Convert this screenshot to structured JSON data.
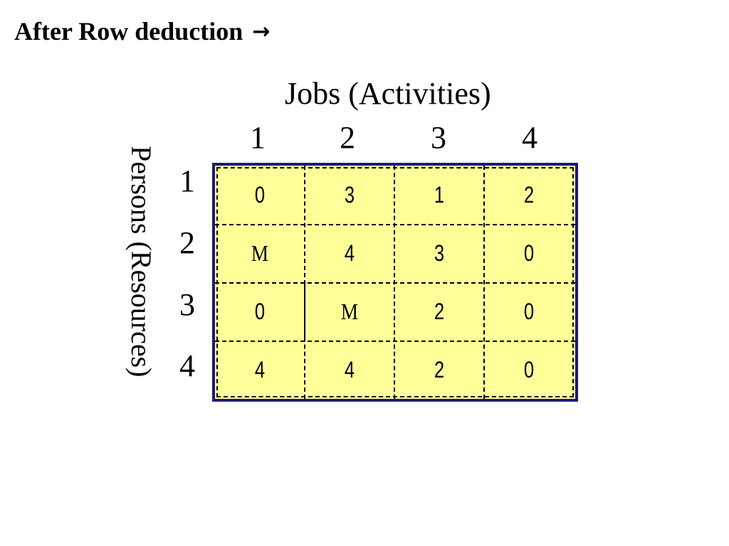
{
  "title": {
    "text": "After Row deduction",
    "arrow": "→"
  },
  "columns": {
    "title": "Jobs (Activities)",
    "labels": [
      "1",
      "2",
      "3",
      "4"
    ]
  },
  "rows": {
    "title": "Persons (Resources)",
    "labels": [
      "1",
      "2",
      "3",
      "4"
    ]
  },
  "matrix": {
    "cells": [
      [
        "0",
        "3",
        "1",
        "2"
      ],
      [
        "M",
        "4",
        "3",
        "0"
      ],
      [
        "0",
        "M",
        "2",
        "0"
      ],
      [
        "4",
        "4",
        "2",
        "0"
      ]
    ],
    "fill_color": "#ffff9a",
    "border_color": "#1a1a78"
  }
}
